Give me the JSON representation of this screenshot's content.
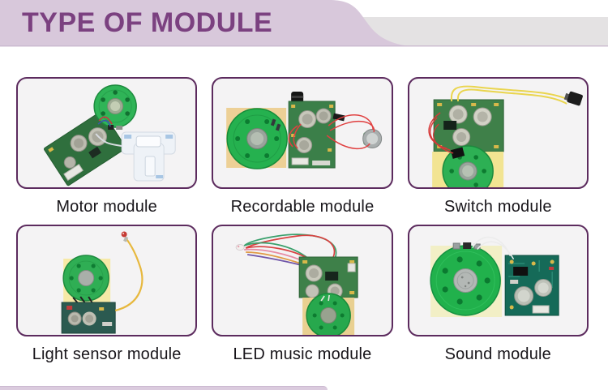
{
  "header": {
    "title": "TYPE OF MODULE"
  },
  "modules": [
    {
      "label": "Motor module",
      "photo": "motor-module-photo"
    },
    {
      "label": "Recordable module",
      "photo": "recordable-module-photo"
    },
    {
      "label": "Switch module",
      "photo": "switch-module-photo"
    },
    {
      "label": "Light sensor module",
      "photo": "light-sensor-module-photo"
    },
    {
      "label": "LED music module",
      "photo": "led-music-module-photo"
    },
    {
      "label": "Sound module",
      "photo": "sound-module-photo"
    }
  ],
  "colors": {
    "header_band": "#d8c8db",
    "secondary_band": "#e4e2e3",
    "header_text": "#7b4180",
    "card_border": "#5c2b5e",
    "card_background": "#f4f3f4",
    "label_text": "#18151a",
    "pcb_green": "#3f8049",
    "speaker_green": "#27ae4e",
    "pad_yellow": "#edd096",
    "wire_red": "#d94040",
    "wire_yellow": "#e7b83e",
    "bottom_strip": "#dbcbde"
  }
}
